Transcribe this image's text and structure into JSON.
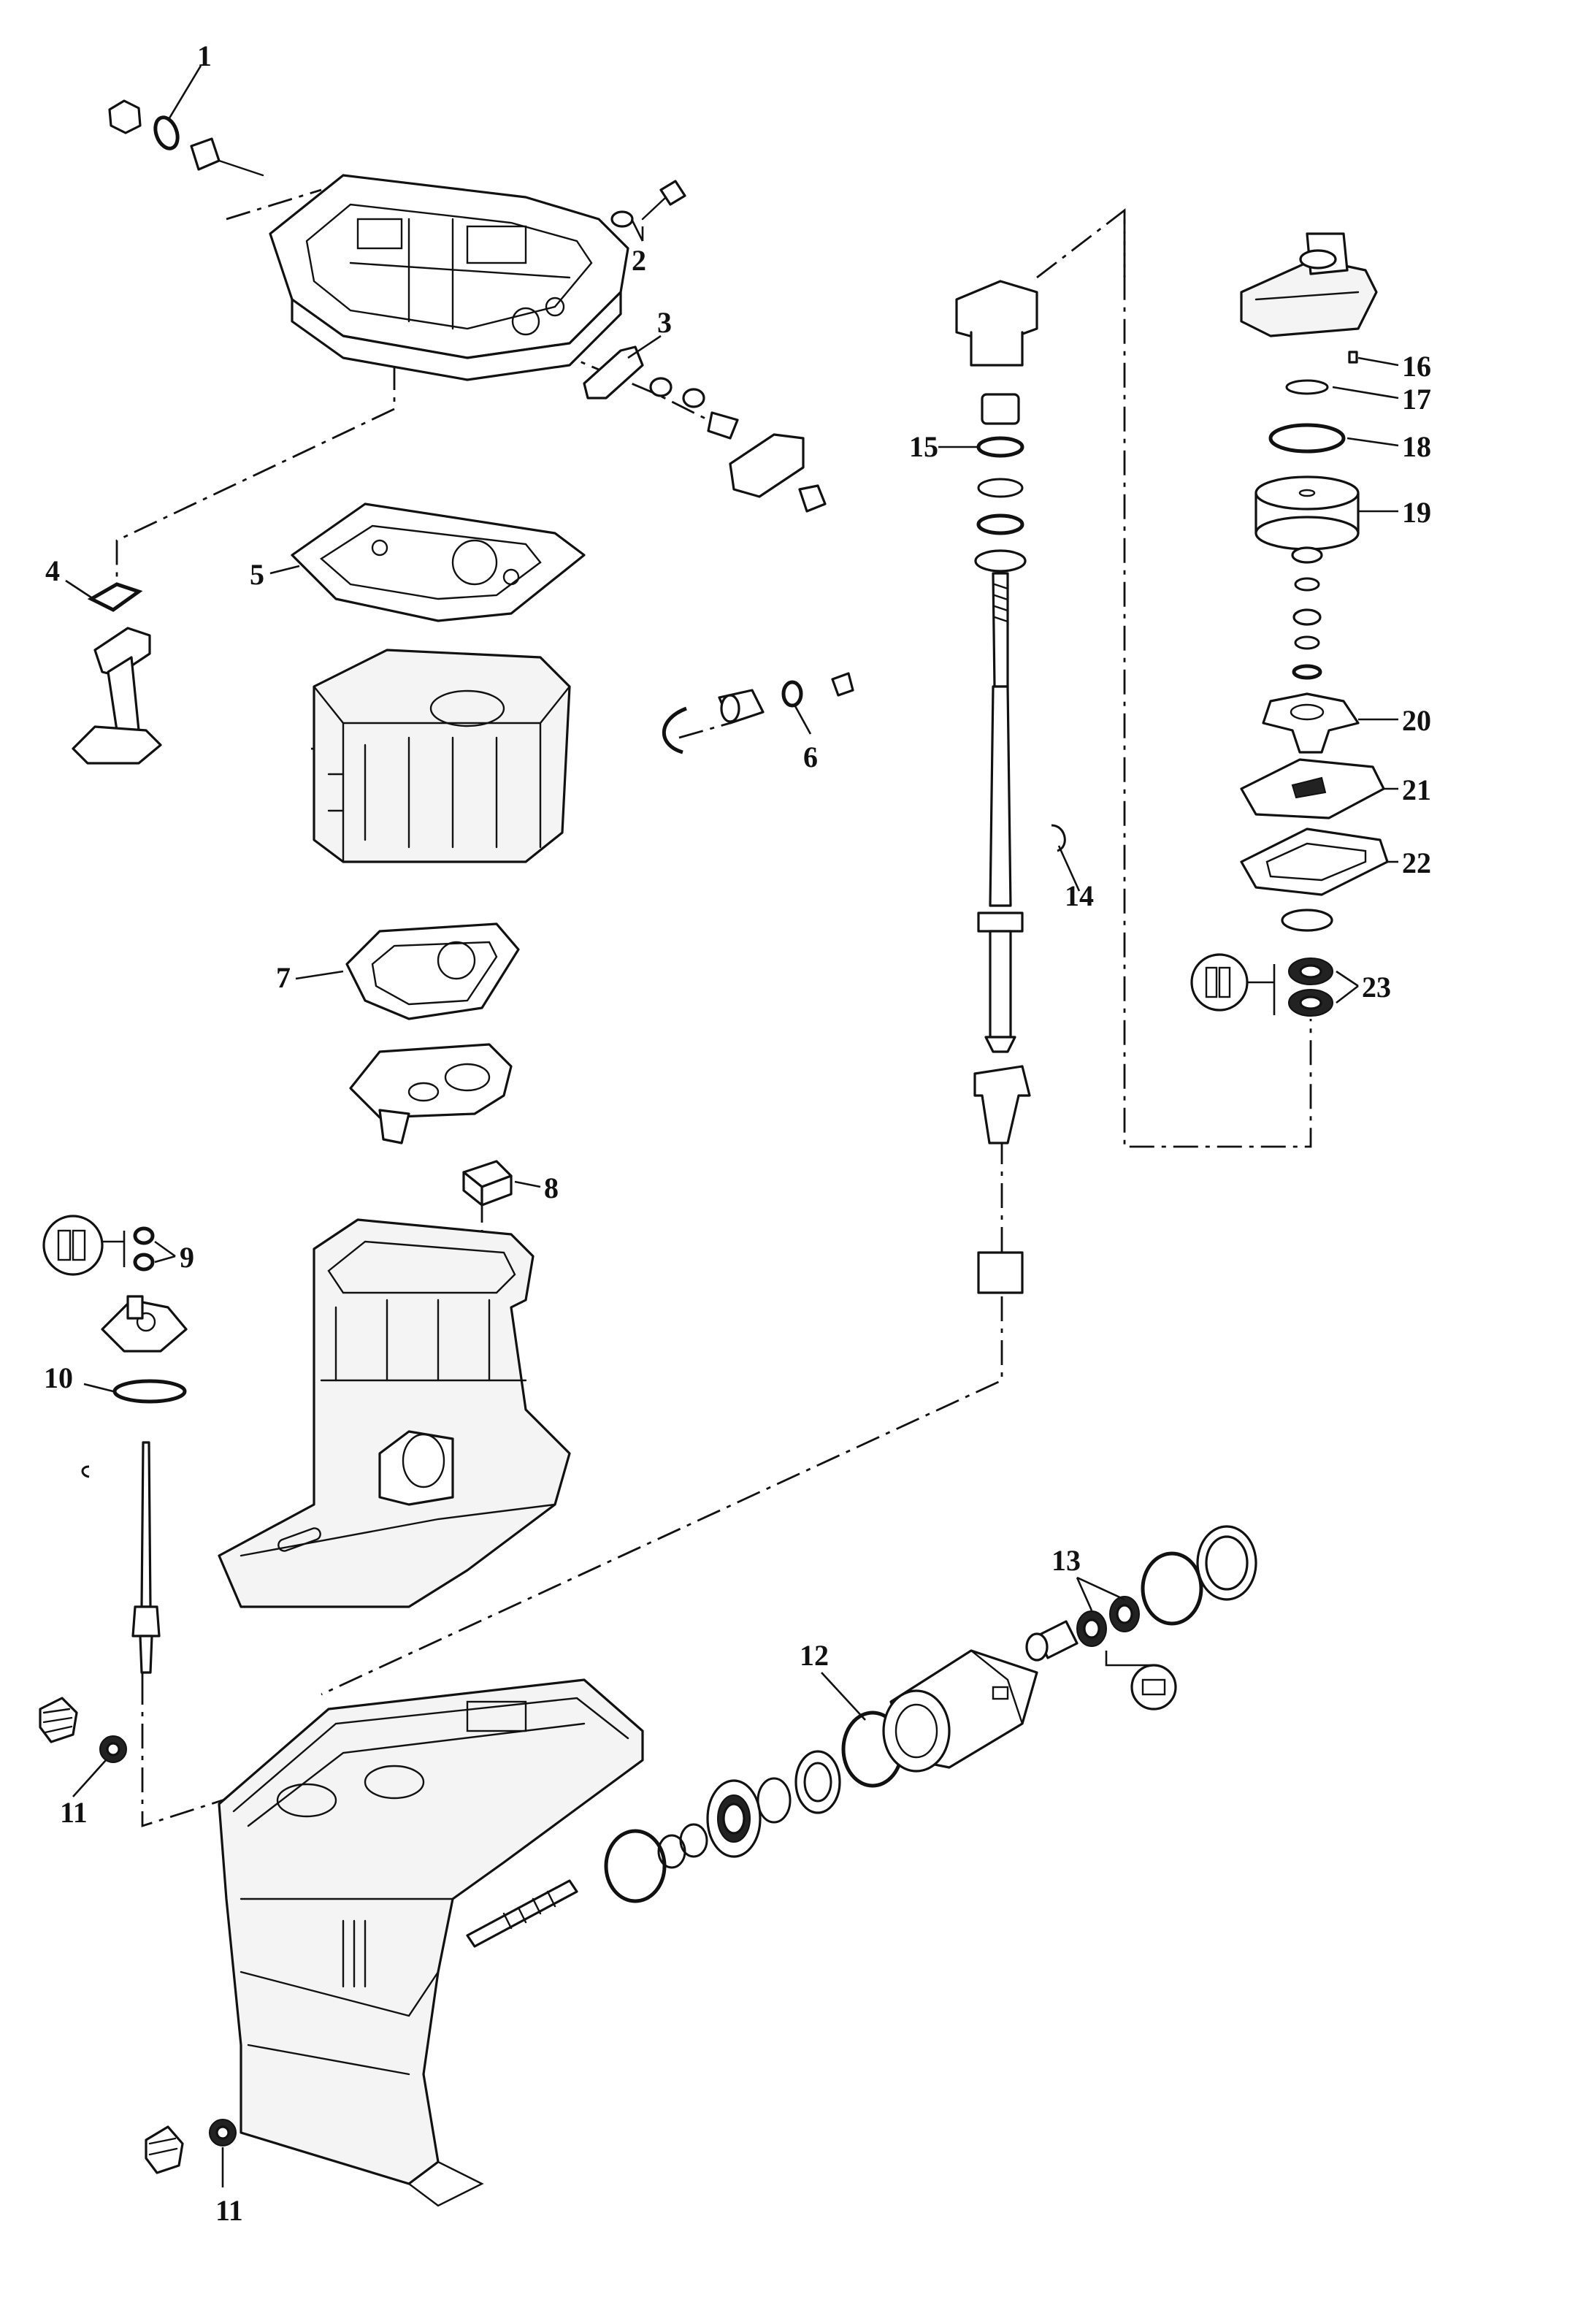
{
  "diagram": {
    "type": "exploded-parts-diagram",
    "callouts": [
      "1",
      "2",
      "3",
      "4",
      "5",
      "6",
      "7",
      "8",
      "9",
      "10",
      "11",
      "11",
      "12",
      "13",
      "14",
      "15",
      "16",
      "17",
      "18",
      "19",
      "20",
      "21",
      "22",
      "23"
    ]
  },
  "colors": {
    "line": "#111111",
    "background": "#ffffff"
  }
}
